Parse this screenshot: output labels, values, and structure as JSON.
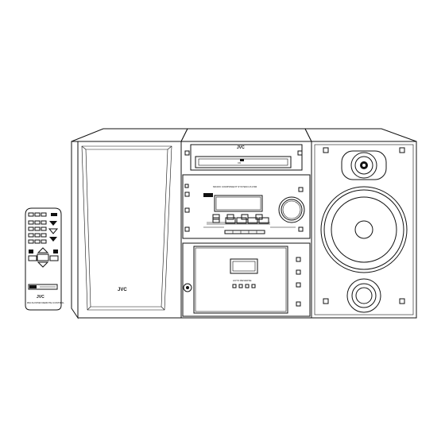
{
  "brand": "JVC",
  "main_unit": {
    "model_text": "MICRO COMPONENT SYSTEM UX-P4R",
    "cd_text": "CD"
  },
  "cassette": {
    "label": "AUTO REVERSE"
  },
  "remote": {
    "brand": "JVC",
    "caption": "RM-SUXP4R REMOTE CONTROL"
  },
  "left_speaker": {
    "brand": "JVC"
  }
}
